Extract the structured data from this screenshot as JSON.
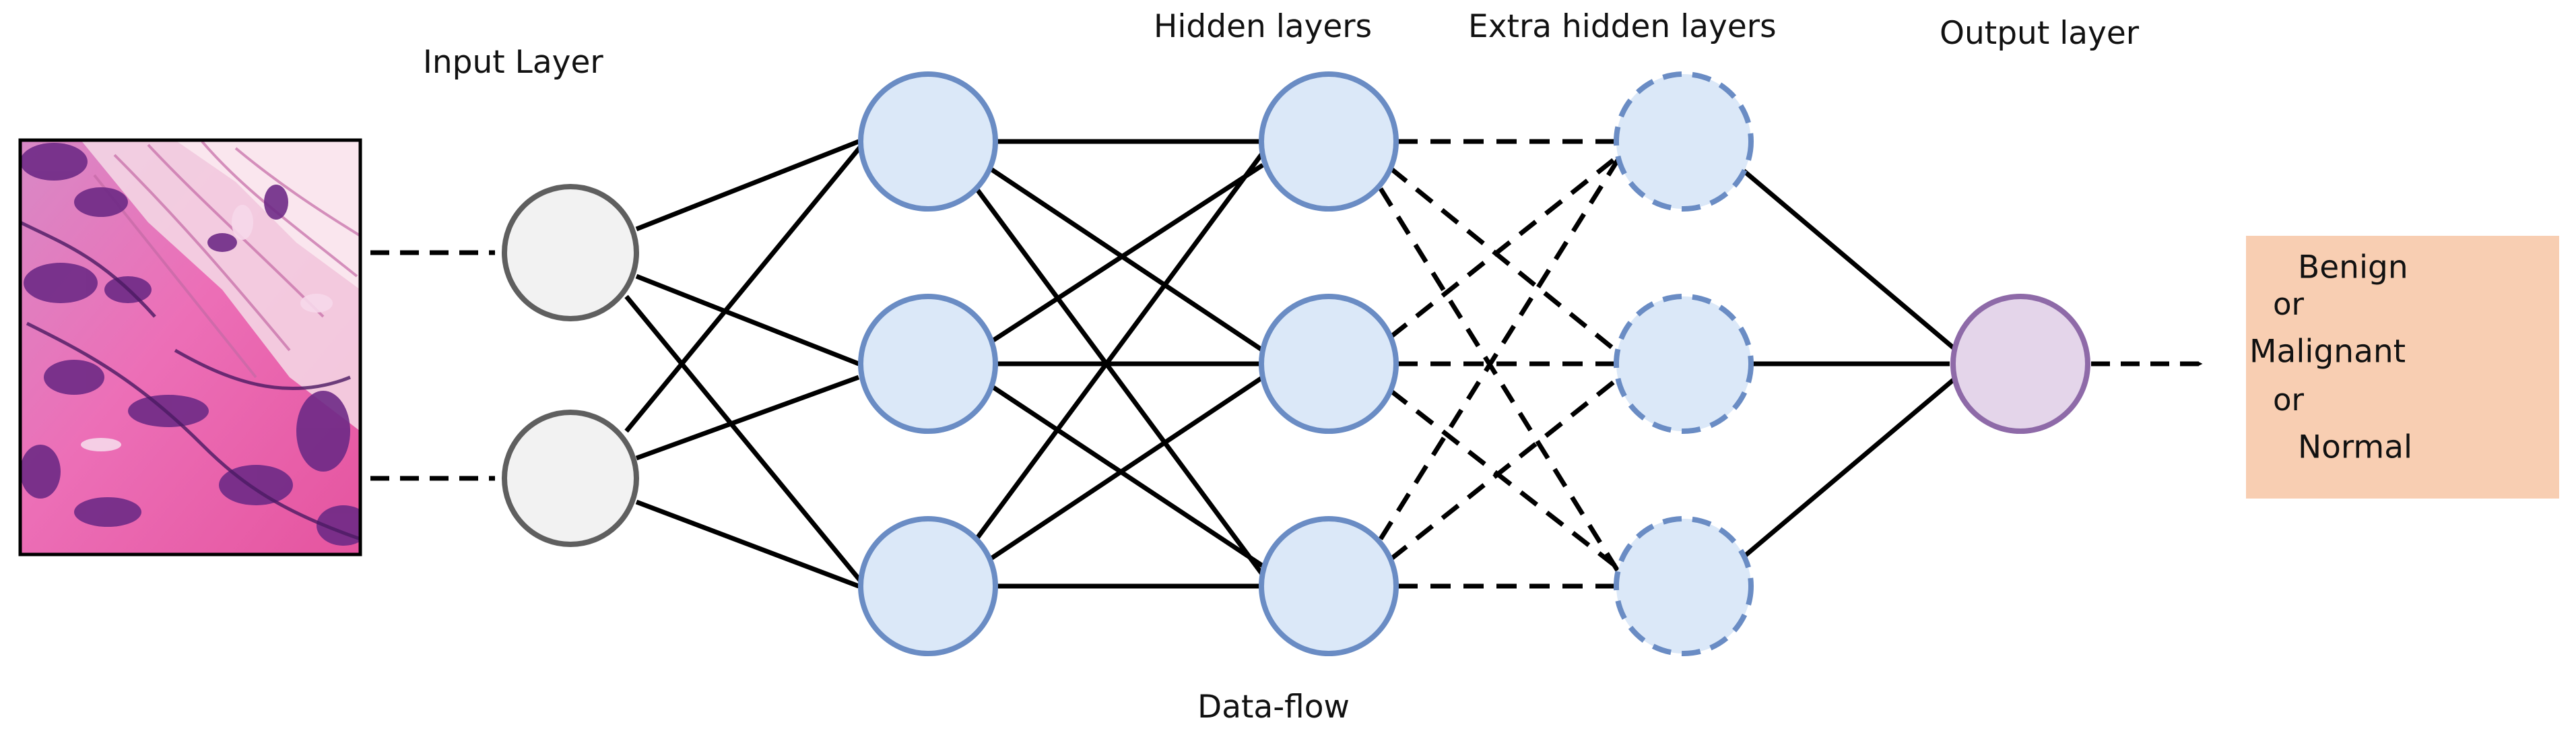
{
  "labels": {
    "input_layer": "Input Layer",
    "hidden_layers": "Hidden layers",
    "extra_hidden_layers": "Extra hidden layers",
    "output_layer": "Output layer",
    "data_flow": "Data-flow"
  },
  "output_classes": [
    "Benign",
    "or",
    "Malignant",
    "or",
    "Normal"
  ],
  "colors": {
    "input_node_fill": "#f2f2f2",
    "input_node_stroke": "#5f5f5f",
    "hidden_node_fill": "#dbe8f8",
    "hidden_node_stroke": "#6a8cc4",
    "output_node_fill": "#e4d5ea",
    "output_node_stroke": "#8e6aa8",
    "output_box_fill": "#f8ceb2",
    "tissue_pink": "#e25aa8",
    "tissue_purple": "#6e2a86"
  },
  "image": {
    "description_icon": "histology-tissue-image"
  }
}
